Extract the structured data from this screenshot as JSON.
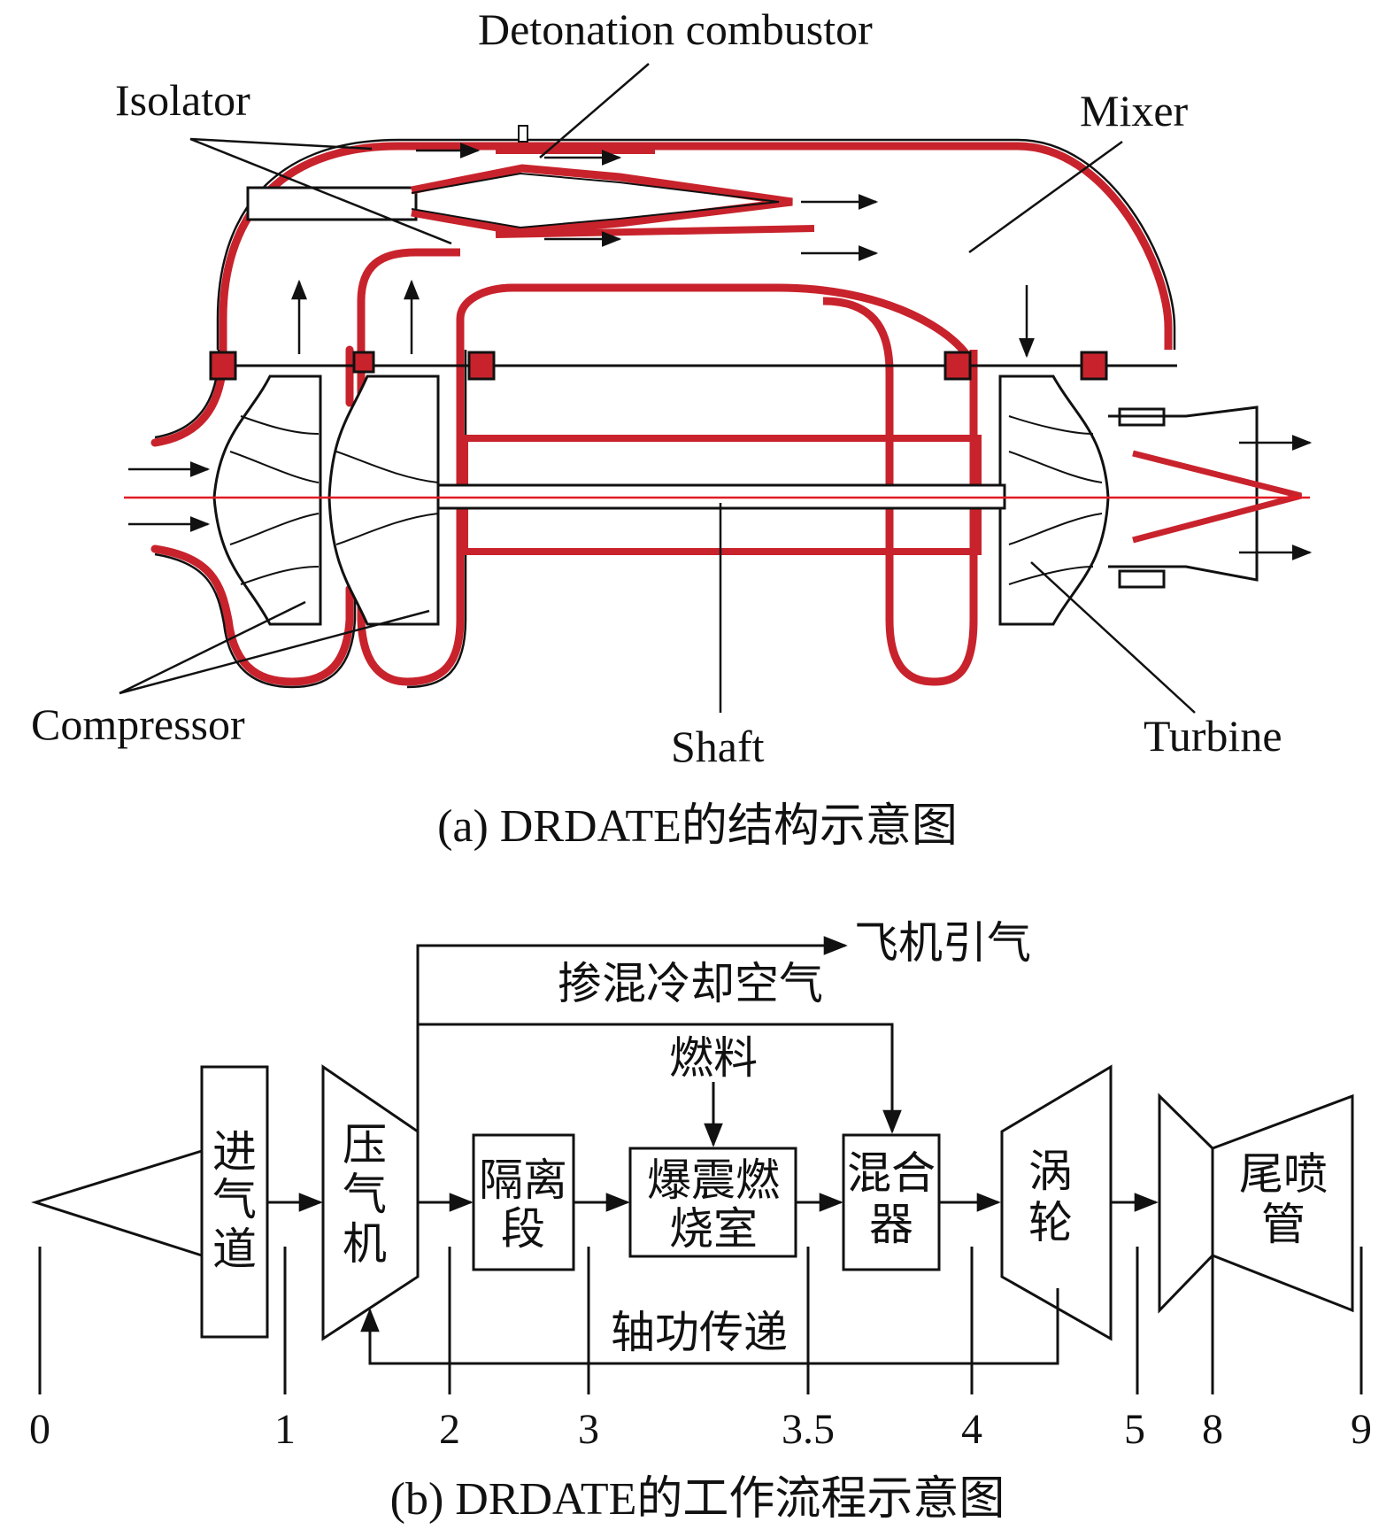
{
  "colors": {
    "casing": "#c8232c",
    "centerline": "#e31b23",
    "ink": "#111111",
    "background": "#ffffff"
  },
  "part_a": {
    "caption": "(a) DRDATE的结构示意图",
    "labels": {
      "isolator": "Isolator",
      "detonation_combustor": "Detonation combustor",
      "mixer": "Mixer",
      "compressor": "Compressor",
      "shaft": "Shaft",
      "turbine": "Turbine"
    }
  },
  "part_b": {
    "caption": "(b) DRDATE的工作流程示意图",
    "components": {
      "inlet": [
        "进",
        "气",
        "道"
      ],
      "compressor": [
        "压",
        "气",
        "机"
      ],
      "isolator": [
        "隔离",
        "段"
      ],
      "combustor": [
        "爆震燃",
        "烧室"
      ],
      "mixer": [
        "混合",
        "器"
      ],
      "turbine": [
        "涡",
        "轮"
      ],
      "nozzle": [
        "尾喷",
        "管"
      ]
    },
    "flows": {
      "bleed": "飞机引气",
      "cooling_air": "掺混冷却空气",
      "fuel": "燃料",
      "shaft_power": "轴功传递"
    },
    "stations": [
      "0",
      "1",
      "2",
      "3",
      "3.5",
      "4",
      "5",
      "8",
      "9"
    ]
  }
}
